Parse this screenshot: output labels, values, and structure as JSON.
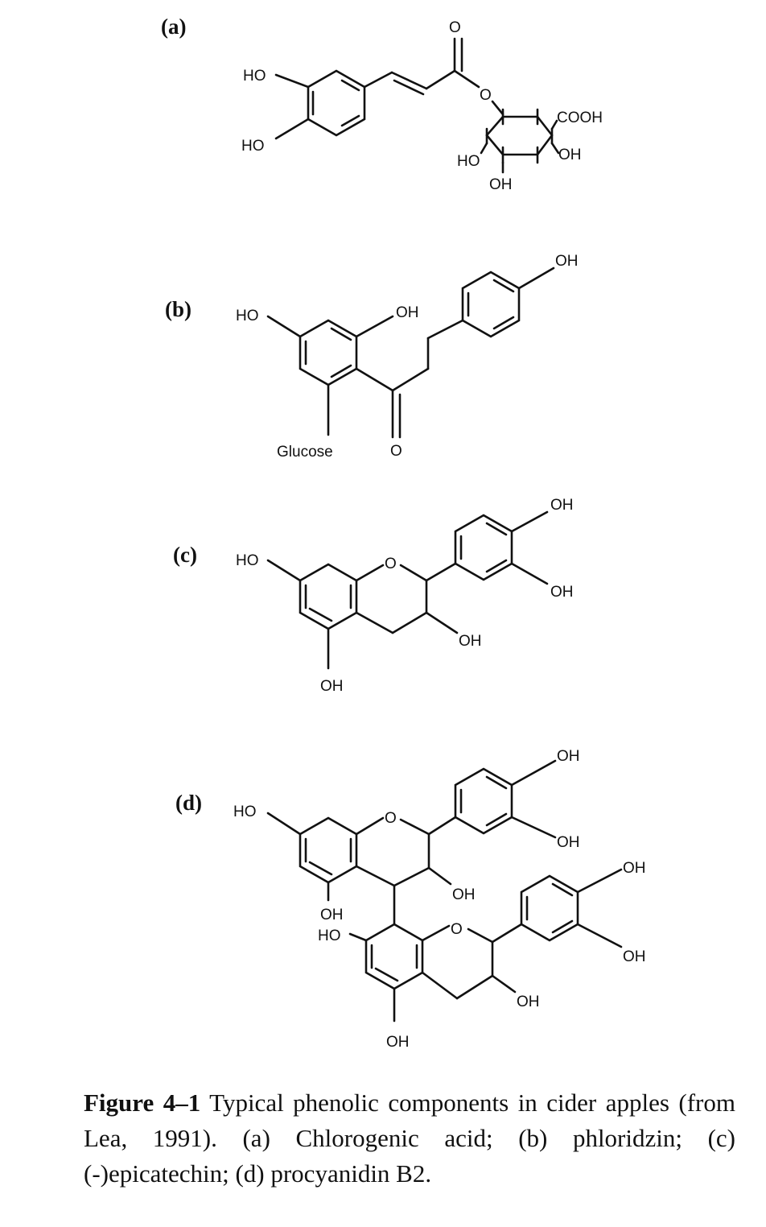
{
  "panels": {
    "a": {
      "label": "(a)",
      "ho1": "HO",
      "ho2": "HO",
      "o_carbonyl": "O",
      "o_ester": "O",
      "cooh": "COOH",
      "oh_right": "OH",
      "ho_ring": "HO",
      "oh_bottom": "OH"
    },
    "b": {
      "label": "(b)",
      "ho_left": "HO",
      "oh_top": "OH",
      "oh_para": "OH",
      "glucose": "Glucose",
      "o_ketone": "O"
    },
    "c": {
      "label": "(c)",
      "ho7": "HO",
      "o_ring": "O",
      "oh3p": "OH",
      "oh4p": "OH",
      "oh3": "OH",
      "oh5": "OH"
    },
    "d": {
      "label": "(d)",
      "ho7": "HO",
      "o_ring1": "O",
      "oh3p_1": "OH",
      "oh4p_1": "OH",
      "oh3_1": "OH",
      "oh5_1": "OH",
      "ho7_2": "HO",
      "o_ring2": "O",
      "oh3p_2": "OH",
      "oh4p_2": "OH",
      "oh3_2": "OH",
      "oh5_2": "OH"
    }
  },
  "caption": {
    "label": "Figure 4–1",
    "text": "Typical phenolic components in cider apples (from Lea, 1991). (a) Chlorogenic acid; (b) phloridzin; (c) (-)epicatechin; (d) procyanidin B2."
  }
}
